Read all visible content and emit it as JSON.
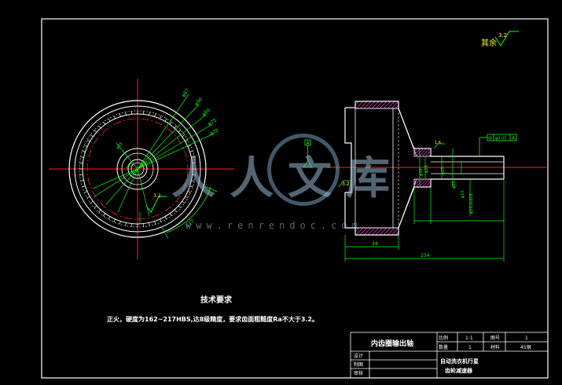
{
  "colors": {
    "background": "#000000",
    "outline": "#ffffff",
    "centerline": "#ff2020",
    "dimension": "#00ff00",
    "annotation": "#ffff00",
    "hatch": "#ff3ad8",
    "watermark": "#9bbad2"
  },
  "drawing": {
    "surface_finish_all_value": "3.2",
    "surface_finish_all_label": "其余",
    "front_view": {
      "leader_labels": [
        "φ87",
        "φ90",
        "φ80",
        "φ75",
        "φ70"
      ],
      "inner_labels": [
        "φ35",
        "φ15"
      ],
      "finish_value": "3.2",
      "bottom_dim": "127"
    },
    "side_view": {
      "datum_label": "A",
      "tolerance_frame": [
        "⊚",
        "φ0.05",
        "A"
      ],
      "left_finish": "3.2",
      "top_finish": "1.6",
      "left_dims": [
        "φ38",
        "φ24"
      ],
      "right_dims": [
        "φ25",
        "φ22",
        "φ10",
        "φ22-0.015"
      ],
      "bottom_dims": [
        "34",
        "134"
      ]
    }
  },
  "technical_requirements": {
    "title": "技术要求",
    "text": "正火，硬度为162~217HBS,达8级精度，要求齿面粗糙度Ra不大于3.2。"
  },
  "title_block": {
    "part_name": "内齿圈输出轴",
    "labels": {
      "scale": "比例",
      "quantity": "数量",
      "drawing_no": "图号",
      "material": "材料",
      "designer": "设计",
      "drafter": "制图",
      "reviewer": "审核"
    },
    "values": {
      "scale": "1:1",
      "quantity": "1",
      "drawing_no": "1",
      "material": "45钢"
    },
    "project_line1": "自动洗衣机行星",
    "project_line2": "齿轮减速器"
  },
  "watermark": {
    "main": "人人文库",
    "url": "www.renrendoc.com"
  }
}
